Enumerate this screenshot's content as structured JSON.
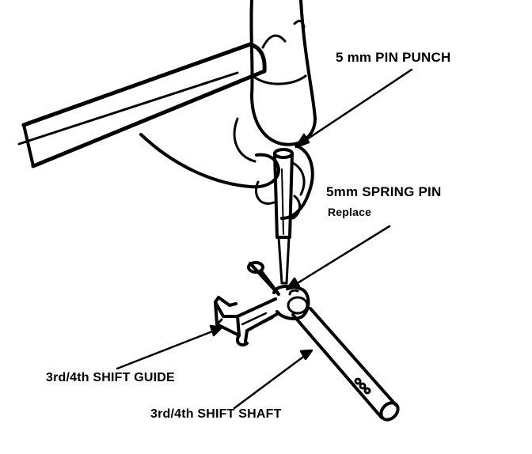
{
  "labels": {
    "pin_punch": "5 mm PIN PUNCH",
    "spring_pin": "5mm SPRING PIN",
    "spring_pin_note": "Replace",
    "shift_guide": "3rd/4th SHIFT GUIDE",
    "shift_shaft": "3rd/4th SHIFT SHAFT"
  },
  "colors": {
    "ink": "#000000",
    "paper": "#ffffff"
  }
}
